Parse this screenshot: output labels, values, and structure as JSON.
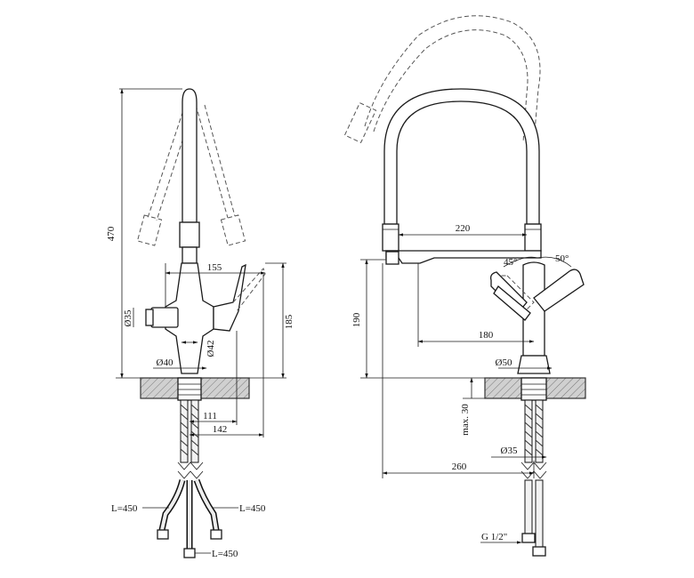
{
  "left_view": {
    "height_470": "470",
    "width_155": "155",
    "height_185": "185",
    "dia_35": "Ø35",
    "dia_42": "Ø42",
    "dia_40": "Ø40",
    "dist_111": "111",
    "dist_142": "142",
    "hose_left": "L=450",
    "hose_right": "L=450",
    "hose_center": "L=450"
  },
  "right_view": {
    "width_220": "220",
    "angle_45": "45°",
    "angle_50": "50°",
    "height_190": "190",
    "reach_180": "180",
    "dia_50": "Ø50",
    "max_30": "max. 30",
    "dia_35": "Ø35",
    "width_260": "260",
    "thread": "G 1/2\""
  }
}
